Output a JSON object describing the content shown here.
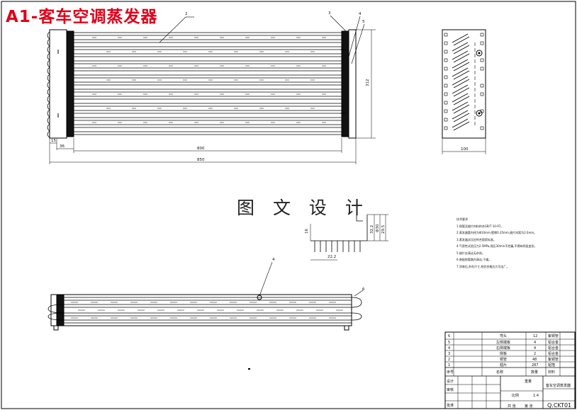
{
  "title": "A1-客车空调蒸发器",
  "design_label": "图 文 设 计",
  "part_callouts": [
    "2",
    "3",
    "4",
    "5",
    "4",
    "6"
  ],
  "dimensions": {
    "d15": "15",
    "d36": "36",
    "d800": "800",
    "d850": "850",
    "d312": "312",
    "d100": "100",
    "d22_2": "22.2",
    "d32_2": "32.2",
    "d30": "Φ30",
    "d29_5": "29.5",
    "d16": "16"
  },
  "notes": [
    "技术要求",
    "1.铜管及翅片材料符合GB/T 10-97。",
    "2.蒸发器管内径为Φ10mm,壁厚0.35mm,翅片间距为2.0mm。",
    "3.蒸发器试压应符合国家标准。",
    "4.气密性试验压力2.5MPa,保压30min不泄漏,不得有明显变形。",
    "5.翅片应清洁无杂质。",
    "6.装配前管路内清洁,干燥。",
    "7.涂装后,外形尺寸,检验合格后方可出厂。"
  ],
  "bom": [
    {
      "no": "6",
      "name": "弯头",
      "qty": "12",
      "mat": "紫铜管"
    },
    {
      "no": "5",
      "name": "左侧端板",
      "qty": "4",
      "mat": "铝合金"
    },
    {
      "no": "4",
      "name": "右侧端板",
      "qty": "4",
      "mat": "铝合金"
    },
    {
      "no": "3",
      "name": "侧板",
      "qty": "2",
      "mat": "铝合金"
    },
    {
      "no": "2",
      "name": "铜管",
      "qty": "48",
      "mat": "紫铜管"
    },
    {
      "no": "1",
      "name": "翅片",
      "qty": "287",
      "mat": "铝箔"
    }
  ],
  "bom_header": {
    "no": "序号",
    "name": "名称",
    "qty": "数量",
    "mat": "材料"
  },
  "title_block": {
    "product": "客车空调蒸发器",
    "drawing_no": "Q.CKT01",
    "scale_label": "比例",
    "scale": "1:4",
    "design": "设计",
    "check": "审核",
    "approve": "批准",
    "weight": "重量",
    "sheet": "共 张",
    "page": "第 张"
  }
}
